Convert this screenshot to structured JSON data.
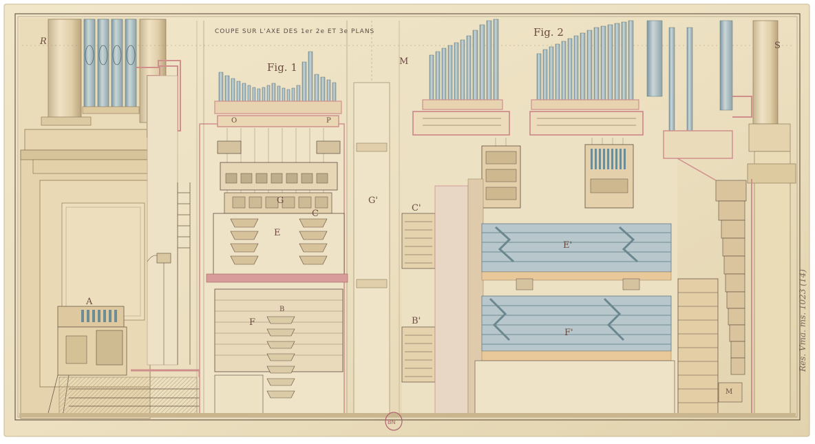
{
  "drawing": {
    "title": "COUPE SUR L'AXE DES 1er 2e ET 3e PLANS",
    "fig1_label": "Fig. 1",
    "fig2_label": "Fig. 2",
    "margin_left": "R",
    "margin_center": "M",
    "margin_right": "S",
    "archive_note": "Res. Vma. ms. 1023 (14)",
    "stamp_text": "BN",
    "colors": {
      "paper": "#efe3c6",
      "paper_dark": "#d9c9a2",
      "ink": "#5c4a3c",
      "pink": "#d9a0a0",
      "pink_dark": "#c0706e",
      "steel": "#a9bcc2",
      "steel_dark": "#6f8b93",
      "tan": "#e3c79a",
      "stone": "#e6d6b2"
    }
  },
  "labels": {
    "A": "A",
    "B": "B",
    "C": "C",
    "E": "E",
    "F": "F",
    "G": "G",
    "O": "O",
    "P": "P",
    "Cp": "C'",
    "Bp": "B'",
    "Ep": "E'",
    "Fp": "F'",
    "Mp": "M",
    "Gp": "G'",
    "Sp": "S"
  }
}
